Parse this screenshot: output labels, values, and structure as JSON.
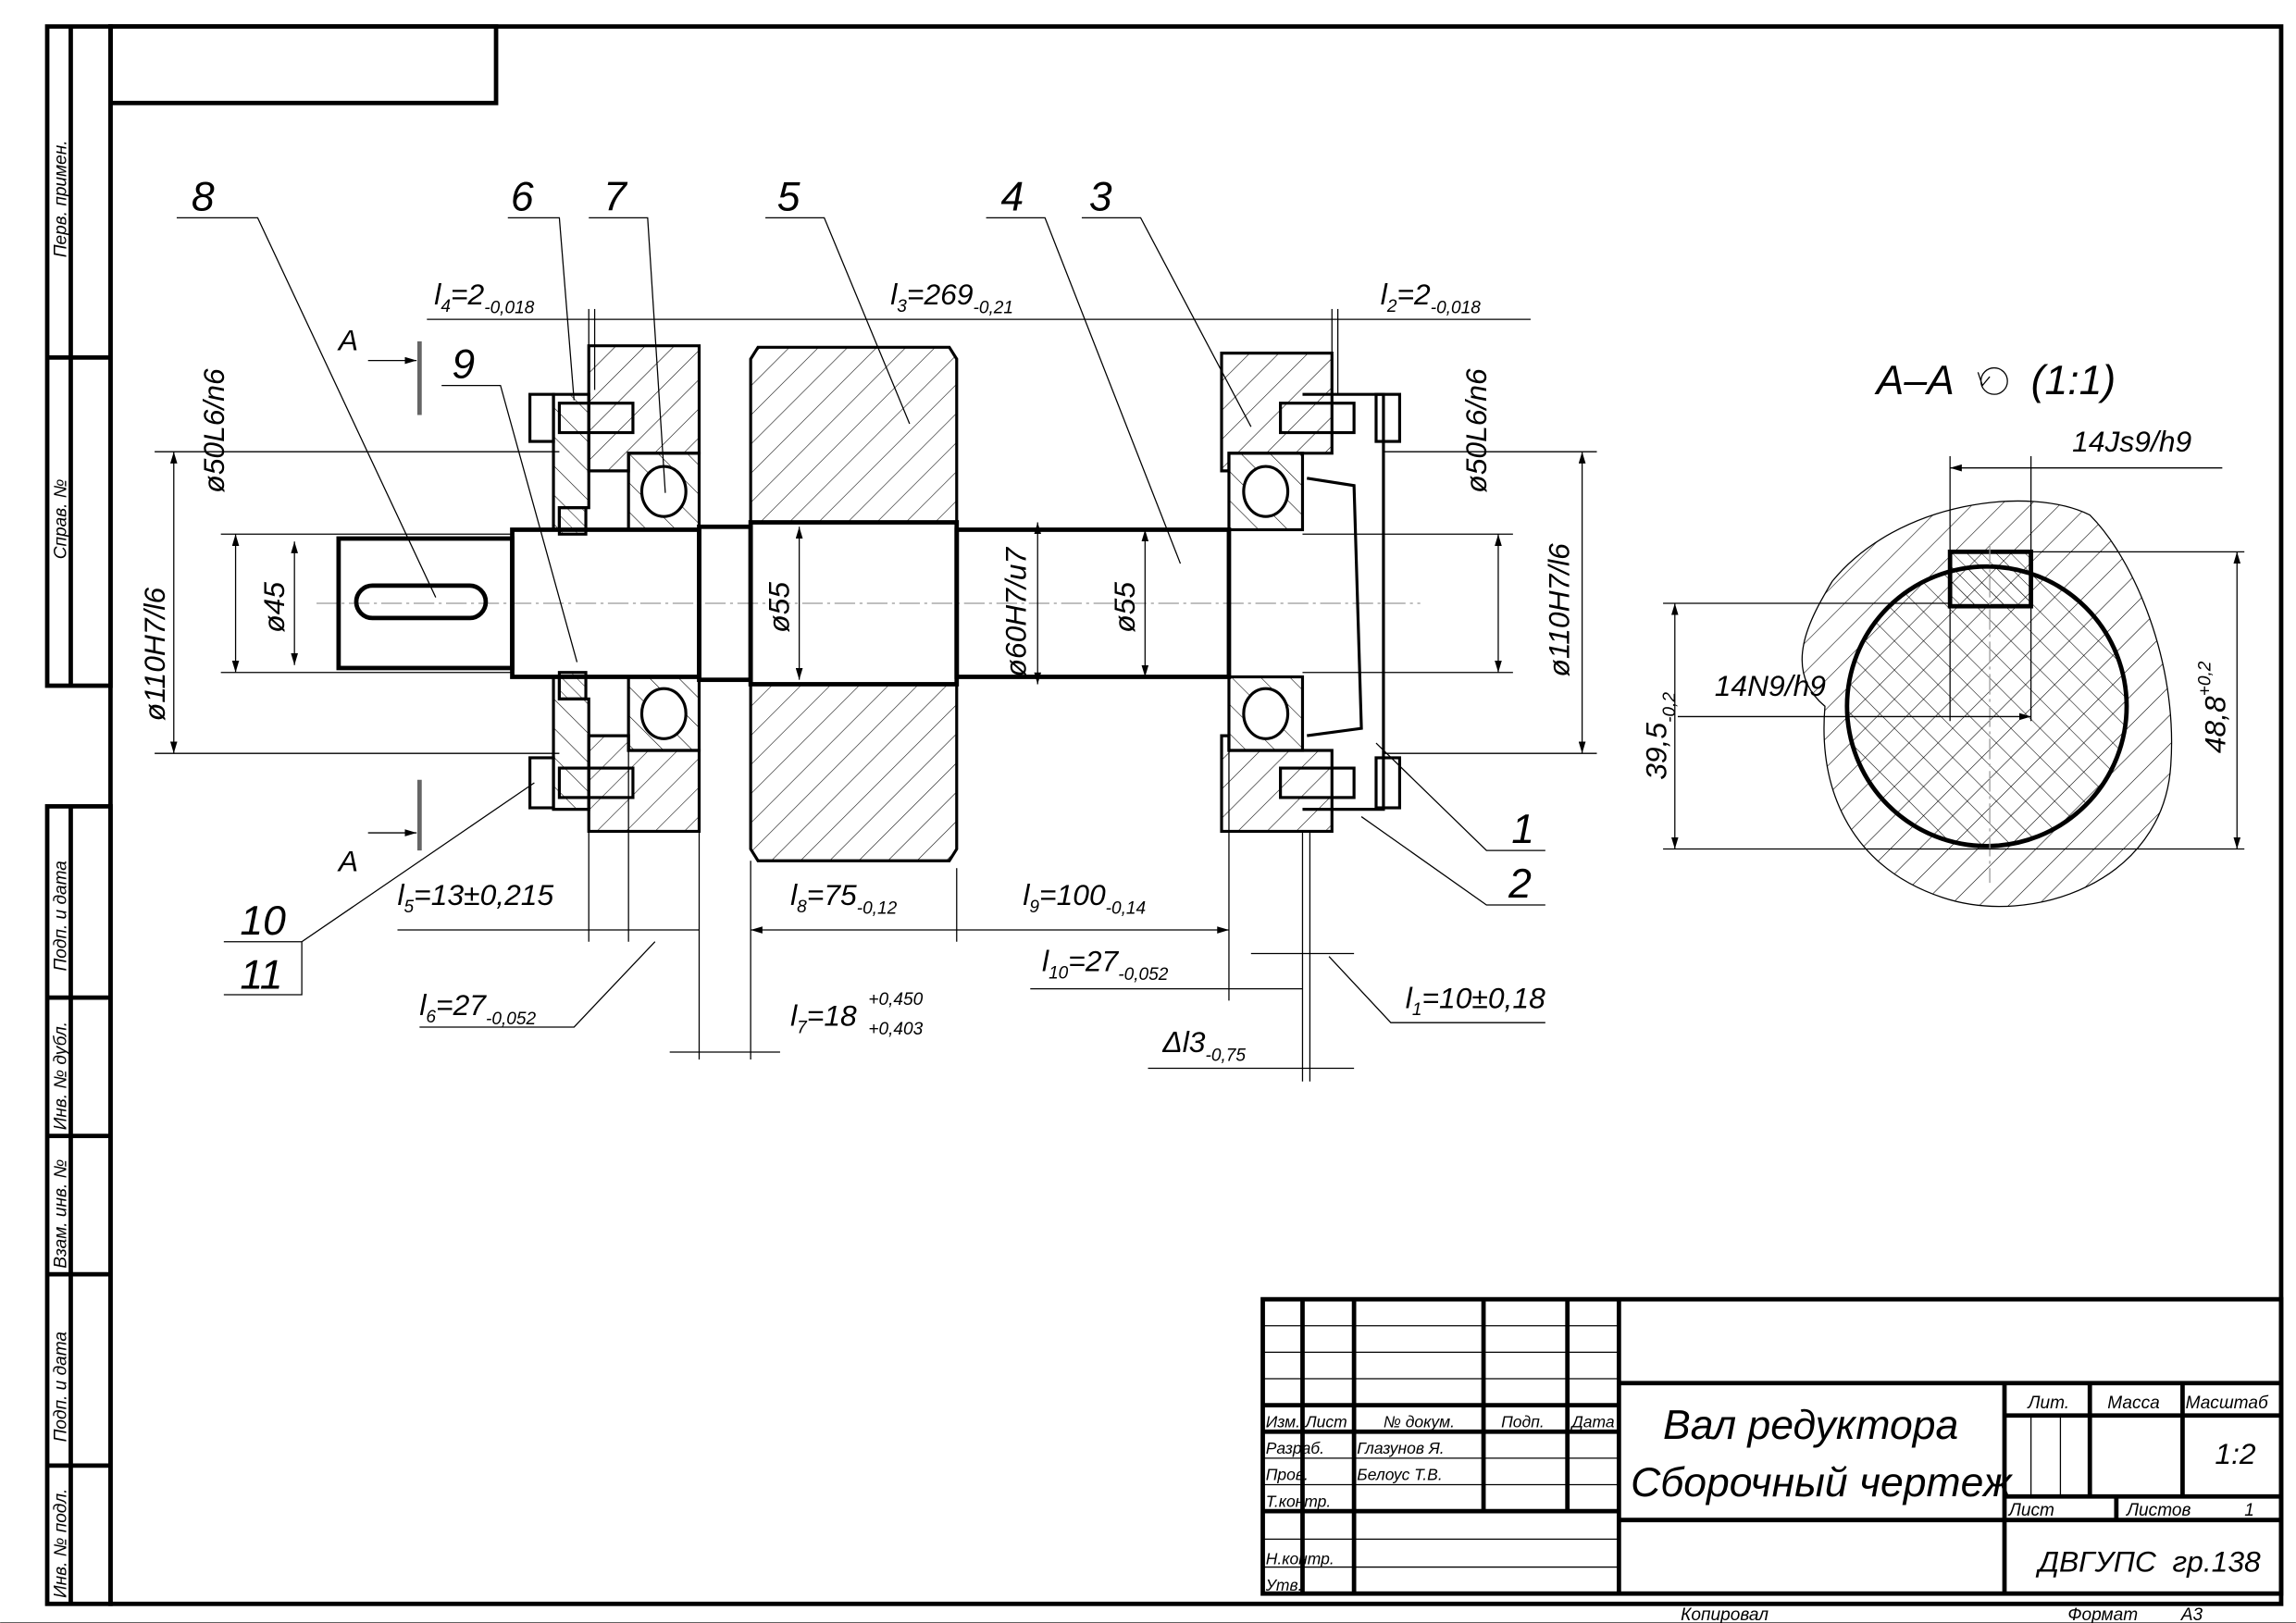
{
  "stamps": {
    "left_column": [
      "Перв. примен.",
      "Справ. №",
      "Подп. и дата",
      "Инв. № дубл.",
      "Взам. инв. №",
      "Подп. и дата",
      "Инв. № подл."
    ]
  },
  "positions": [
    "1",
    "2",
    "3",
    "4",
    "5",
    "6",
    "7",
    "8",
    "9",
    "10",
    "11"
  ],
  "section_marks": {
    "left_top": "А",
    "left_bottom": "А"
  },
  "dims": {
    "l4": {
      "sym": "l",
      "idx": "4",
      "val": "=2",
      "tol": "-0,018"
    },
    "l3": {
      "sym": "l",
      "idx": "3",
      "val": "=269",
      "tol": "-0,21"
    },
    "l2": {
      "sym": "l",
      "idx": "2",
      "val": "=2",
      "tol": "-0,018"
    },
    "l5": {
      "sym": "l",
      "idx": "5",
      "val": "=13±0,215"
    },
    "l8": {
      "sym": "l",
      "idx": "8",
      "val": "=75",
      "tol": "-0,12"
    },
    "l9": {
      "sym": "l",
      "idx": "9",
      "val": "=100",
      "tol": "-0,14"
    },
    "l10": {
      "sym": "l",
      "idx": "10",
      "val": "=27",
      "tol": "-0,052"
    },
    "l6": {
      "sym": "l",
      "idx": "6",
      "val": "=27",
      "tol": "-0,052"
    },
    "l7": {
      "sym": "l",
      "idx": "7",
      "val": "=18",
      "tol_upper": "+0,450",
      "tol_lower": "+0,403"
    },
    "l1": {
      "sym": "l",
      "idx": "1",
      "val": "=10±0,18"
    },
    "dl3": {
      "sym": "Δl3",
      "tol": "-0,75"
    }
  },
  "diameters": {
    "left_bearing_fit": "ø50L6/n6",
    "left_housing_fit": "ø110H7/l6",
    "shaft_end": "ø45",
    "shaft_left": "ø55",
    "gear_fit": "ø60H7/u7",
    "shaft_right": "ø55",
    "right_bearing_fit": "ø50L6/n6",
    "right_housing_fit": "ø110H7/l6"
  },
  "section": {
    "title_left": "А–А",
    "rotate_icon": "rotated-view-icon",
    "title_scale": "(1:1)",
    "key_width_fit": "14Js9/h9",
    "slot_fit": "14N9/h9",
    "depth_value": "39,5",
    "depth_tol": "-0,2",
    "height_value": "48,8",
    "height_tol": "+0,2"
  },
  "title_block": {
    "headers": {
      "izm": "Изм.",
      "list": "Лист",
      "doc": "№ докум.",
      "sign": "Подп.",
      "date": "Дата"
    },
    "roles": [
      "Разраб.",
      "Пров.",
      "Т.контр.",
      "",
      "Н.контр.",
      "Утв."
    ],
    "names": [
      "Глазунов Я.",
      "Белоус Т.В."
    ],
    "title_line1": "Вал редуктора",
    "title_line2": "Сборочный чертеж",
    "lit_label": "Лит.",
    "mass_label": "Масса",
    "scale_label": "Масштаб",
    "scale_value": "1:2",
    "sheet_label": "Лист",
    "sheets_label": "Листов",
    "sheets_value": "1",
    "org": "ДВГУПС  гр.138"
  },
  "footer": {
    "copied": "Копировал",
    "format_label": "Формат",
    "format_value": "А3"
  }
}
